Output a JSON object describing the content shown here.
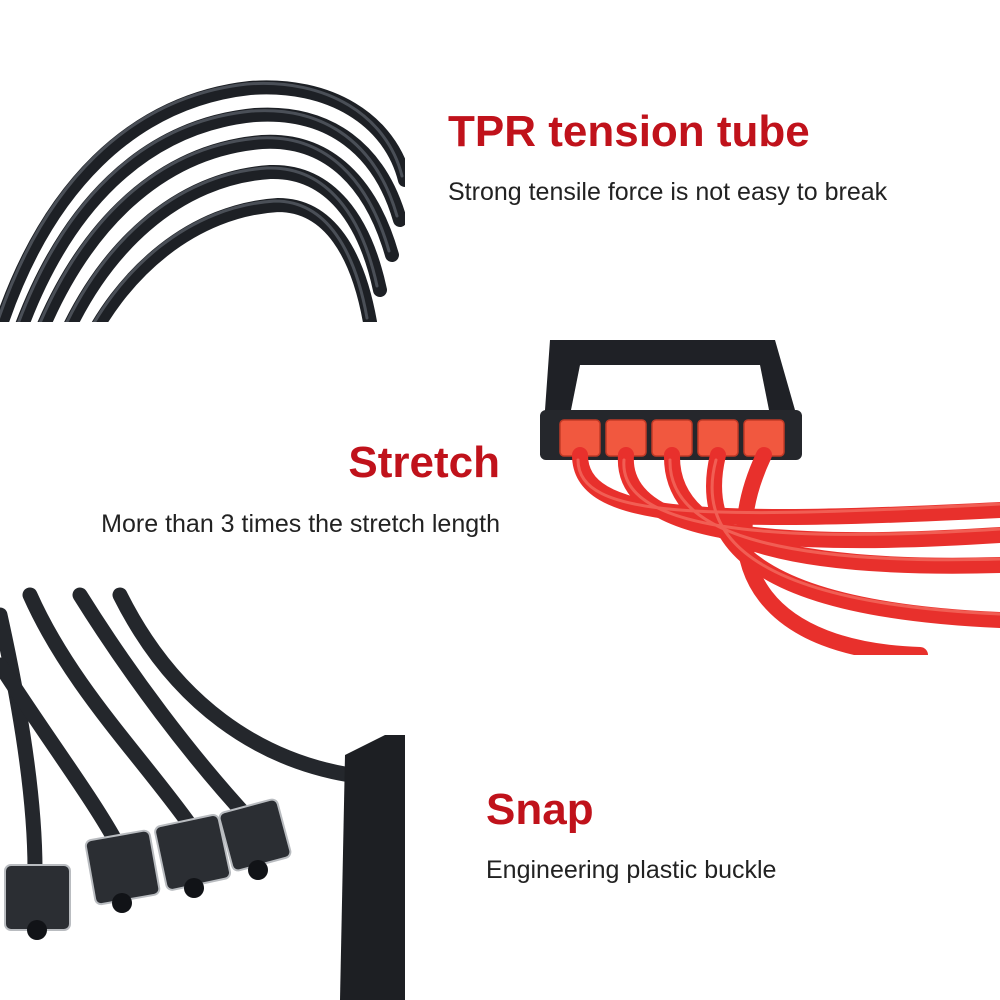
{
  "features": [
    {
      "title": "TPR tension tube",
      "description": "Strong tensile force is not easy to break"
    },
    {
      "title": "Stretch",
      "description": "More than 3 times the stretch length"
    },
    {
      "title": "Snap",
      "description": "Engineering plastic buckle"
    }
  ],
  "colors": {
    "title": "#c0121b",
    "description": "#222222",
    "tube_black": "#22252a",
    "tube_red": "#ea2e2b",
    "clip_orange": "#f1583f",
    "background": "#ffffff"
  }
}
